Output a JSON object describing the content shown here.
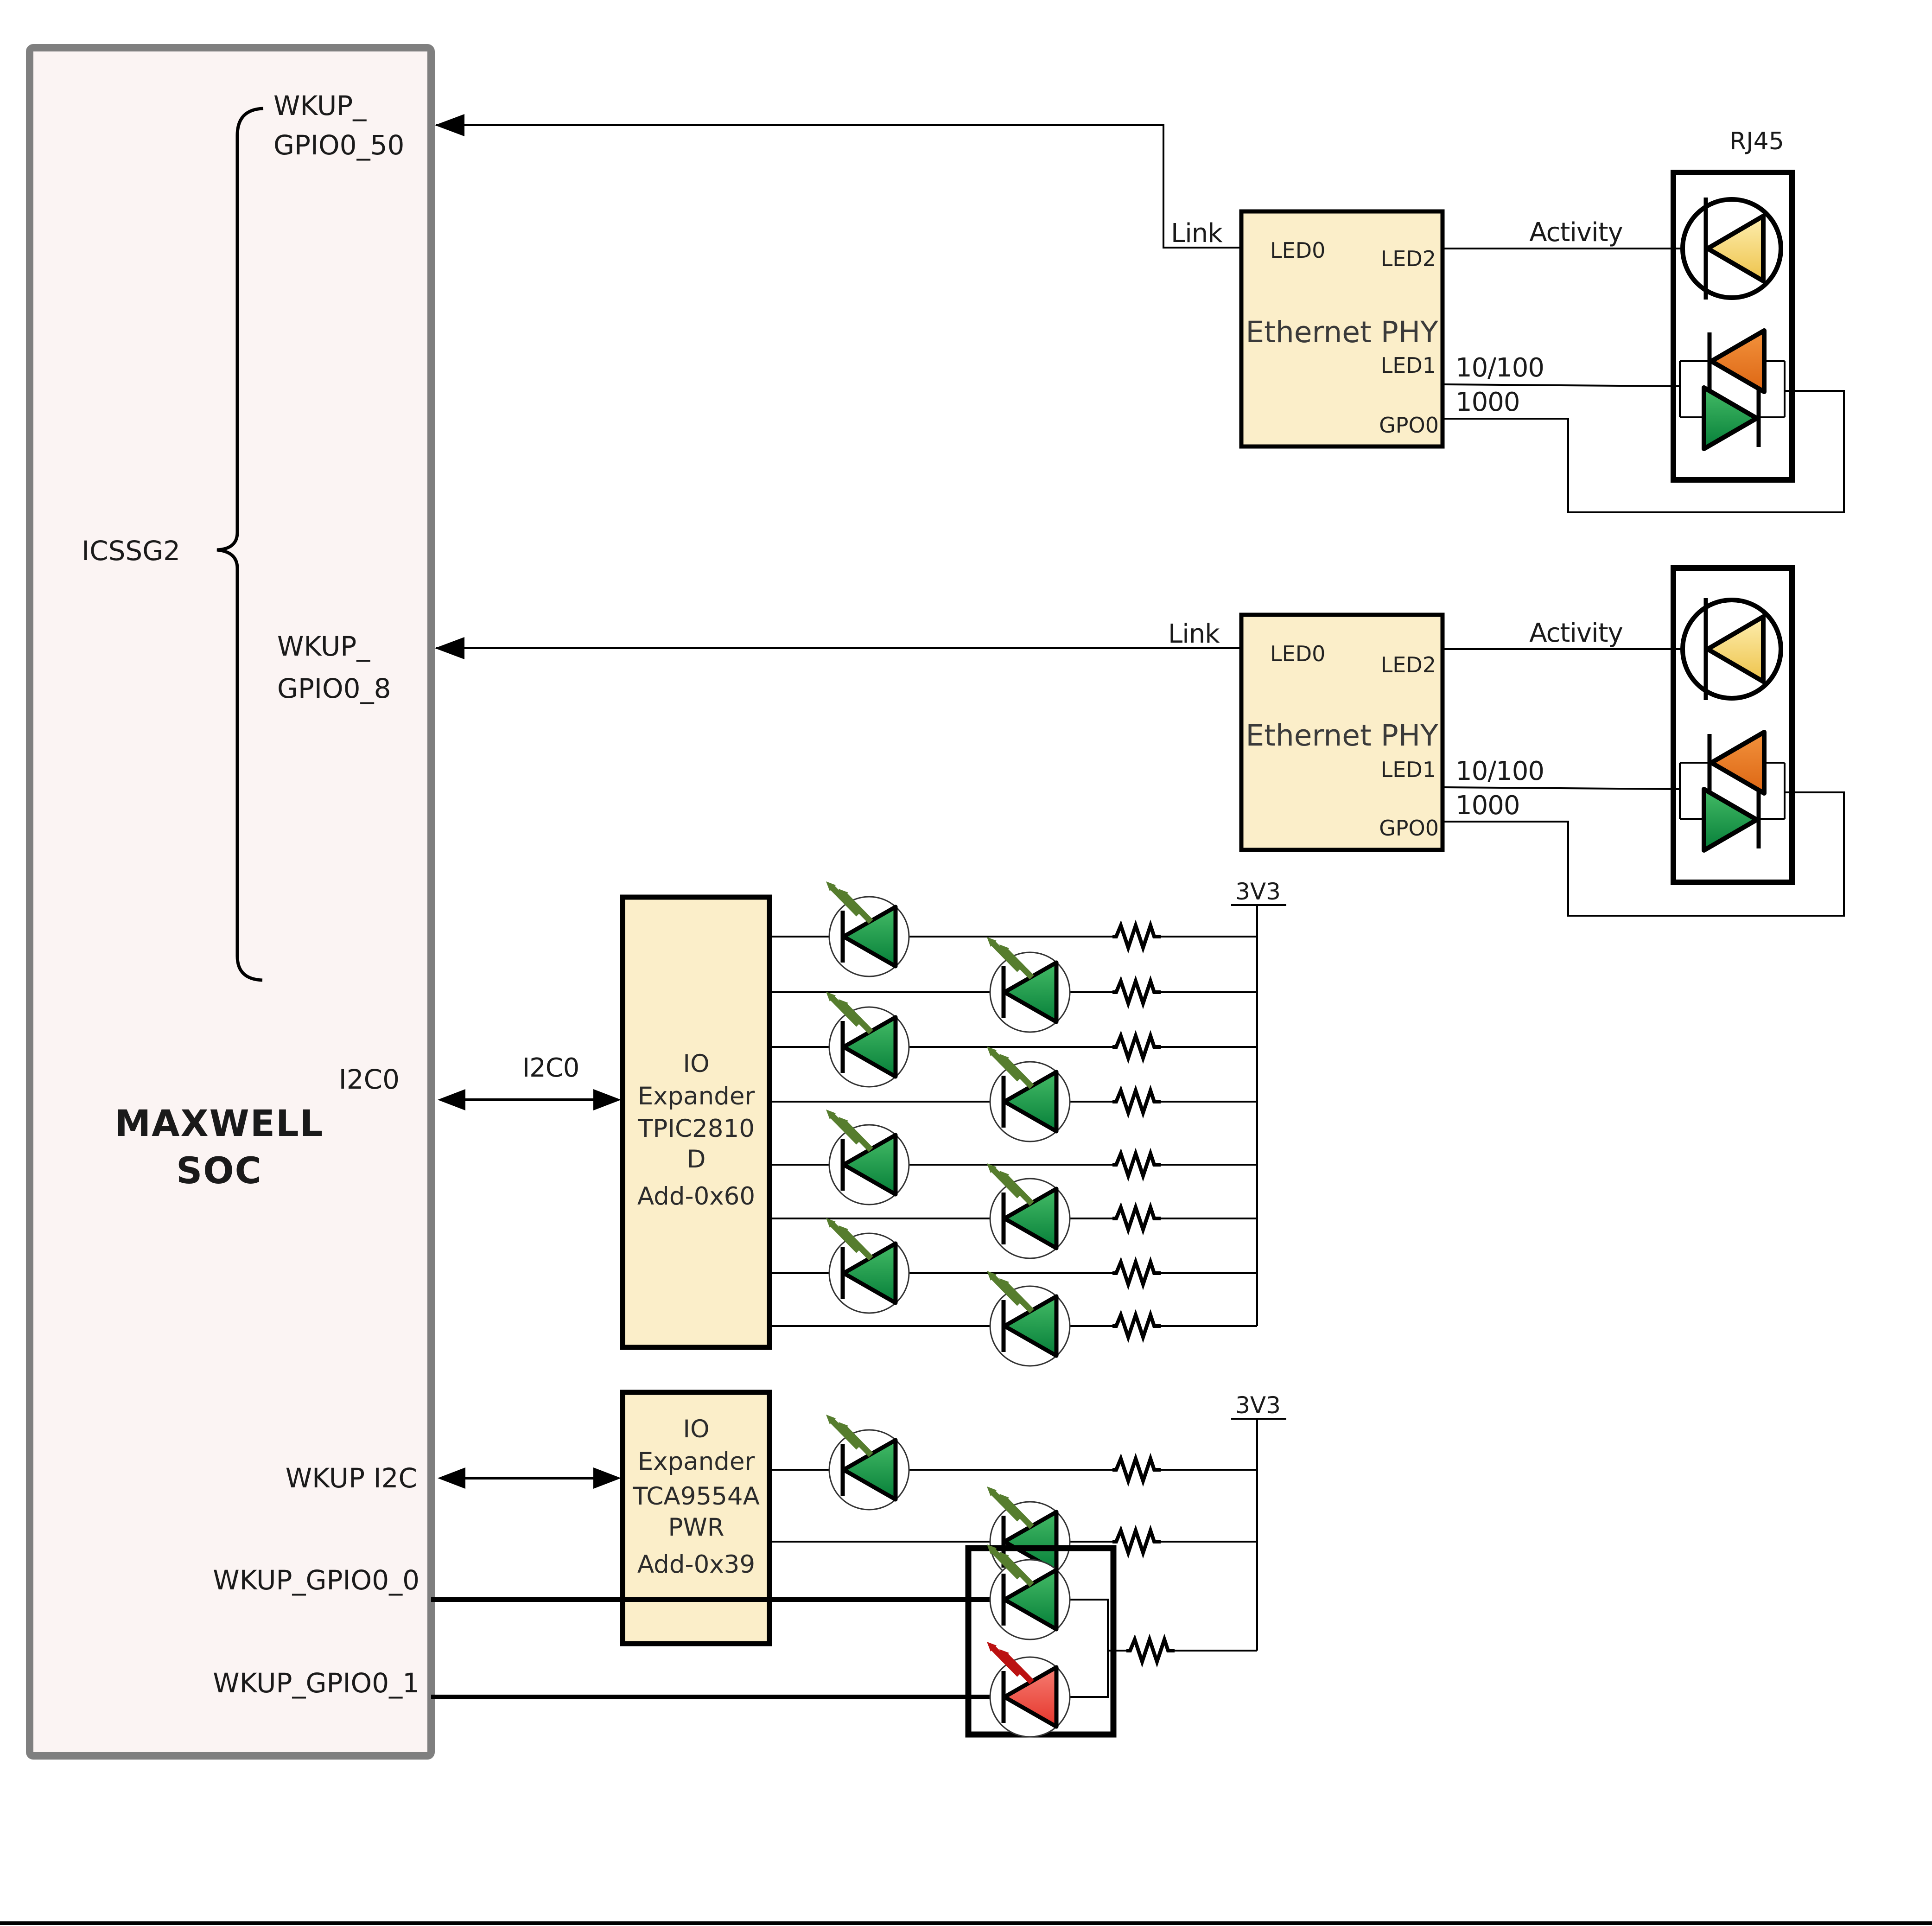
{
  "soc": {
    "name_line1": "MAXWELL",
    "name_line2": "SOC",
    "group": "ICSSG2",
    "pin_wkup_gpio0_50_l1": "WKUP_",
    "pin_wkup_gpio0_50_l2": "GPIO0_50",
    "pin_wkup_gpio0_8_l1": "WKUP_",
    "pin_wkup_gpio0_8_l2": "GPIO0_8",
    "pin_i2c0": "I2C0",
    "pin_wkup_i2c": "WKUP I2C",
    "pin_wkup_gpio0_0": "WKUP_GPIO0_0",
    "pin_wkup_gpio0_1": "WKUP_GPIO0_1"
  },
  "phy1": {
    "title": "Ethernet PHY",
    "pin_led0": "LED0",
    "pin_led2": "LED2",
    "pin_led1": "LED1",
    "pin_gpo0": "GPO0"
  },
  "phy2": {
    "title": "Ethernet PHY",
    "pin_led0": "LED0",
    "pin_led2": "LED2",
    "pin_led1": "LED1",
    "pin_gpo0": "GPO0"
  },
  "rj45": {
    "label": "RJ45"
  },
  "nets1": {
    "link": "Link",
    "activity": "Activity",
    "speed": "10/100",
    "giga": "1000"
  },
  "nets2": {
    "link": "Link",
    "activity": "Activity",
    "speed": "10/100",
    "giga": "1000"
  },
  "i2c": {
    "bus_label": "I2C0"
  },
  "power": {
    "rail_top": "3V3",
    "rail_bottom": "3V3"
  },
  "expander_tpic": {
    "l1": "IO",
    "l2": "Expander",
    "l3": "TPIC2810",
    "l4": "D",
    "l5": "Add-0x60"
  },
  "expander_tca": {
    "l1": "IO",
    "l2": "Expander",
    "l3": "TCA9554A",
    "l4": "PWR",
    "l5": "Add-0x39"
  },
  "colors": {
    "soc_fill": "#fbf4f3",
    "soc_border": "#7f7f7f",
    "chip_fill": "#fbeec9",
    "chip_border": "#000000",
    "led_green_dark": "#067f39",
    "led_green_light": "#44bb66",
    "led_red_light": "#f67d72",
    "led_red_dark": "#e5352b",
    "led_orange_light": "#f2923d",
    "led_orange_dark": "#dd6613",
    "led_yellow_light": "#fdeeb0",
    "led_yellow_dark": "#eec34a",
    "emission_green": "#567d2e",
    "emission_red": "#bb1111",
    "wire": "#000000"
  }
}
